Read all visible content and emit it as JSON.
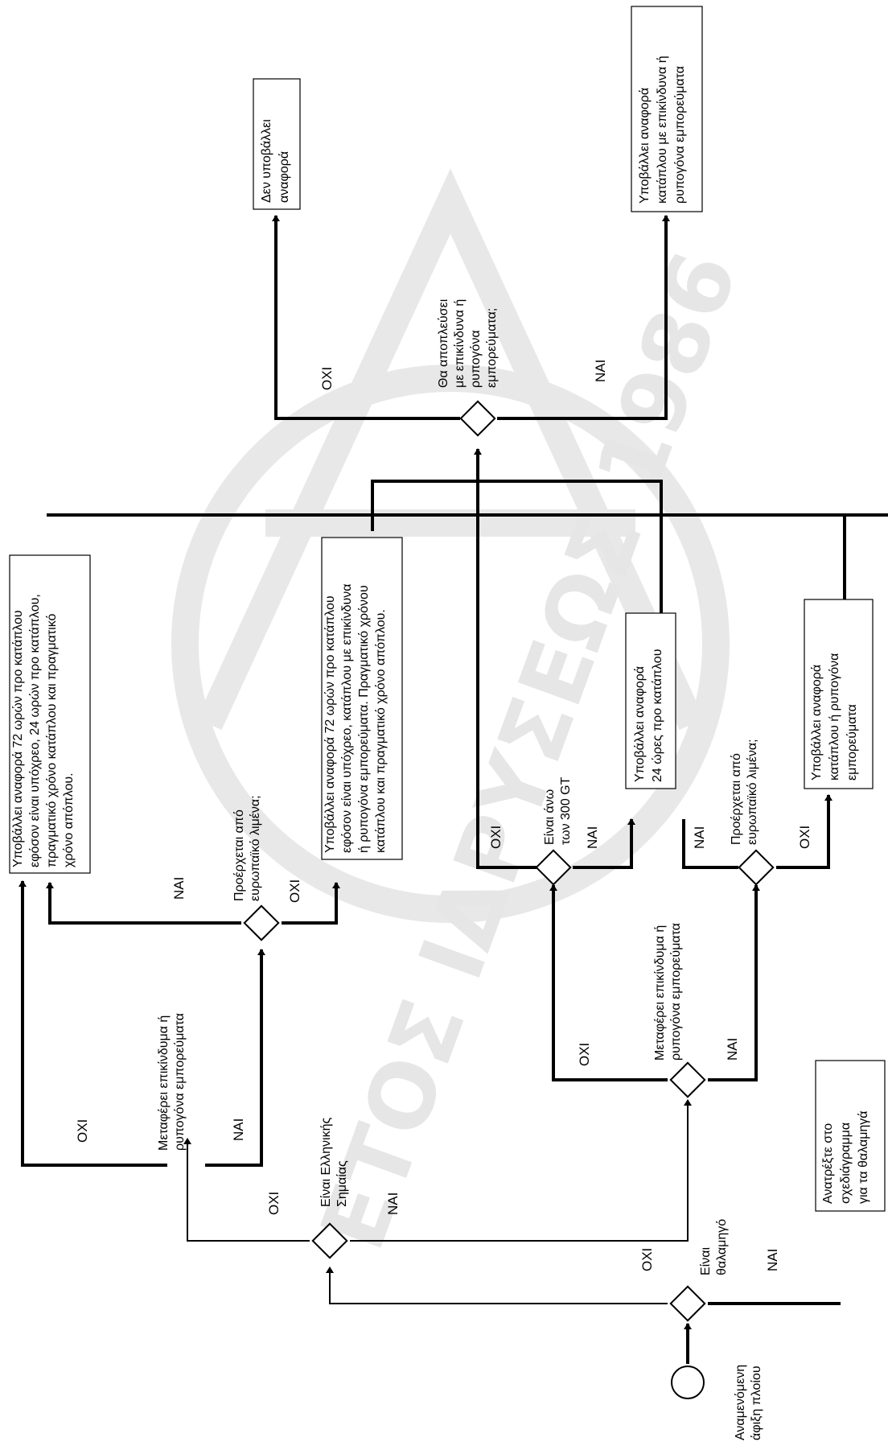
{
  "colors": {
    "ink": "#000000",
    "watermark": "#e6e6e6",
    "background": "#ffffff"
  },
  "watermark": {
    "text": "ΕΤΟΣ ΙΔΡΥΣΕΩΣ 1986",
    "emblem": "shield-emblem"
  },
  "icons": {
    "start": "circle-start-icon"
  },
  "start_label": [
    "Αναμενόμενη",
    "άφιξη πλοίου"
  ],
  "decisions": {
    "is_fishing": [
      "Είναι",
      "θαλαμηγό"
    ],
    "greek_flag": [
      "Είναι Ελληνικής",
      "Σημαίας"
    ],
    "dangerous_left": [
      "Μεταφέρει επικίνδυμα ή",
      "ρυπογόνα εμπορεύματα"
    ],
    "eu_port_left": [
      "Προέρχεται από",
      "ευρωπαϊκό λιμένα;"
    ],
    "dangerous_right": [
      "Μεταφέρει επικίνδυμα ή",
      "ρυπογόνα εμπορεύματα"
    ],
    "over_300": [
      "Είναι άνω",
      "των 300 GT"
    ],
    "eu_port_right": [
      "Προέρχεται από",
      "ευρωπαϊκό λιμένα;"
    ],
    "departure": [
      "Θα αποπλεύσει",
      "με επικίνδυνα ή",
      "ρυπογόνα",
      "εμπορεύματα;"
    ]
  },
  "branch_labels": {
    "yes": "ΝΑΙ",
    "no": "ΟΧΙ"
  },
  "boxes": {
    "report_72_top": [
      "Υποβάλλει αναφορά 72 ωρών προ κατάπλου",
      "εφόσον είναι υπόχρεο,  24 ωρών προ κατάπλου,",
      "πραγματικό χρόνο κατάπλου και πραγματικό",
      "χρόνο απόπλου."
    ],
    "report_72_dangerous": [
      "Υποβάλλει αναφορά 72 ωρών προ κατάπλου",
      "εφόσον είναι υπόχρεο, κατάπλου με επικίνδυνα",
      "ή ρυπογόνα εμπορεύματα. Πραγματικό χρόνου",
      "κατάπλου και πραγματικό χρόνο  απόπλου."
    ],
    "report_24": [
      "Υποβάλλει αναφορά",
      "24 ώρες προ κατάπλου"
    ],
    "report_arrival_polluting": [
      "Υποβάλλει αναφορά",
      "κατάπλου ή ρυπογόνα",
      "εμπορεύματα"
    ],
    "no_report": [
      "Δεν υποβάλλει",
      "αναφορά"
    ],
    "report_arrival_dangerous": [
      "Υποβάλλει αναφορά",
      "κατάπλου με επικίνδυνα  ή",
      "ρυπογόνα εμπορεύματα"
    ],
    "refer_fishing": [
      "Ανατρέξτε στο",
      "σχεδιάγραμμα",
      "για τα θαλαμηγά"
    ]
  }
}
